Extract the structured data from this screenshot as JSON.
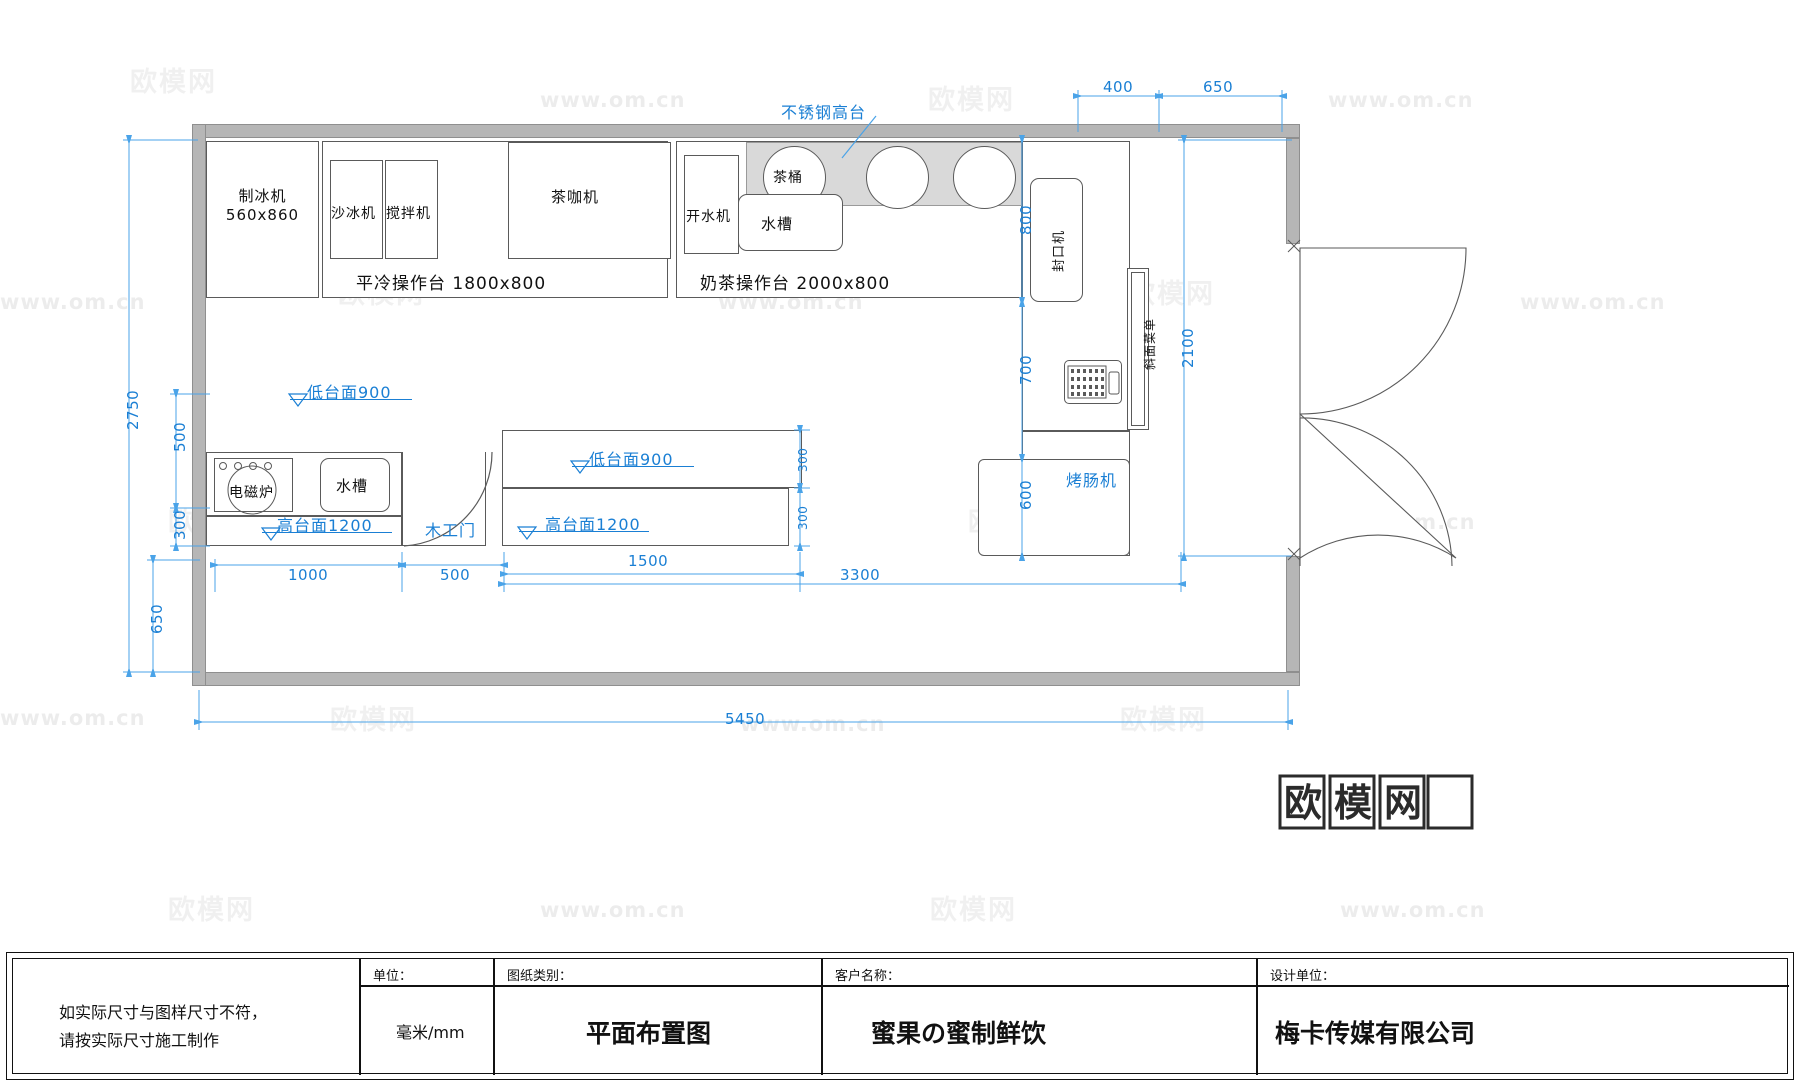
{
  "document": {
    "title": "平面布置图",
    "units": "毫米/mm",
    "drawing_type_label": "图纸类别：",
    "unit_label": "单位：",
    "client_label": "客户名称：",
    "designer_label": "设计单位：",
    "client_name": "蜜果の蜜制鲜饮",
    "design_company": "梅卡传媒有限公司",
    "note_line1": "如实际尺寸与图样尺寸不符，",
    "note_line2": "请按实际尺寸施工制作"
  },
  "branding": {
    "logo_text": "欧模网",
    "watermark_cn": "欧模网",
    "watermark_url": "www.om.cn"
  },
  "colors": {
    "annotation_blue": "#1a7fd4",
    "dimension_blue": "#4aa3e8",
    "wall_gray": "#b6b6b6",
    "line_dark": "#5a5a5a"
  },
  "equipment": [
    {
      "id": "ice-machine",
      "name": "制冰机",
      "size": "560x860"
    },
    {
      "id": "slush-machine",
      "name": "沙冰机",
      "size": ""
    },
    {
      "id": "blender",
      "name": "搅拌机",
      "size": ""
    },
    {
      "id": "tea-coffee-machine",
      "name": "茶咖机",
      "size": ""
    },
    {
      "id": "water-boiler",
      "name": "开水机",
      "size": ""
    },
    {
      "id": "tea-barrel",
      "name": "茶桶",
      "size": ""
    },
    {
      "id": "sink-upper",
      "name": "水槽",
      "size": ""
    },
    {
      "id": "sealing-machine",
      "name": "封口机",
      "size": ""
    },
    {
      "id": "induction-cooker",
      "name": "电磁炉",
      "size": ""
    },
    {
      "id": "sink-lower",
      "name": "水槽",
      "size": ""
    },
    {
      "id": "sausage-grill",
      "name": "烤肠机",
      "size": ""
    },
    {
      "id": "slope-menu",
      "name": "斜面菜单",
      "size": ""
    }
  ],
  "counters": {
    "flat_cold_bench": "平冷操作台 1800x800",
    "milk_tea_bench": "奶茶操作台 2000x800"
  },
  "annotations": {
    "stainless_high_bench": "不锈钢高台",
    "low_counter_900_a": "低台面900",
    "low_counter_900_b": "低台面900",
    "high_counter_1200_a": "高台面1200",
    "high_counter_1200_b": "高台面1200",
    "wood_door": "木工门"
  },
  "dimensions": {
    "top_400": "400",
    "top_650": "650",
    "left_2750": "2750",
    "left_500": "500",
    "left_300": "300",
    "left_650": "650",
    "right_800": "800",
    "right_700": "700",
    "right_2100": "2100",
    "right_600": "600",
    "mid_300_a": "300",
    "mid_300_b": "300",
    "bot_1000": "1000",
    "bot_500": "500",
    "bot_1500": "1500",
    "bot_3300": "3300",
    "overall_5450": "5450"
  }
}
